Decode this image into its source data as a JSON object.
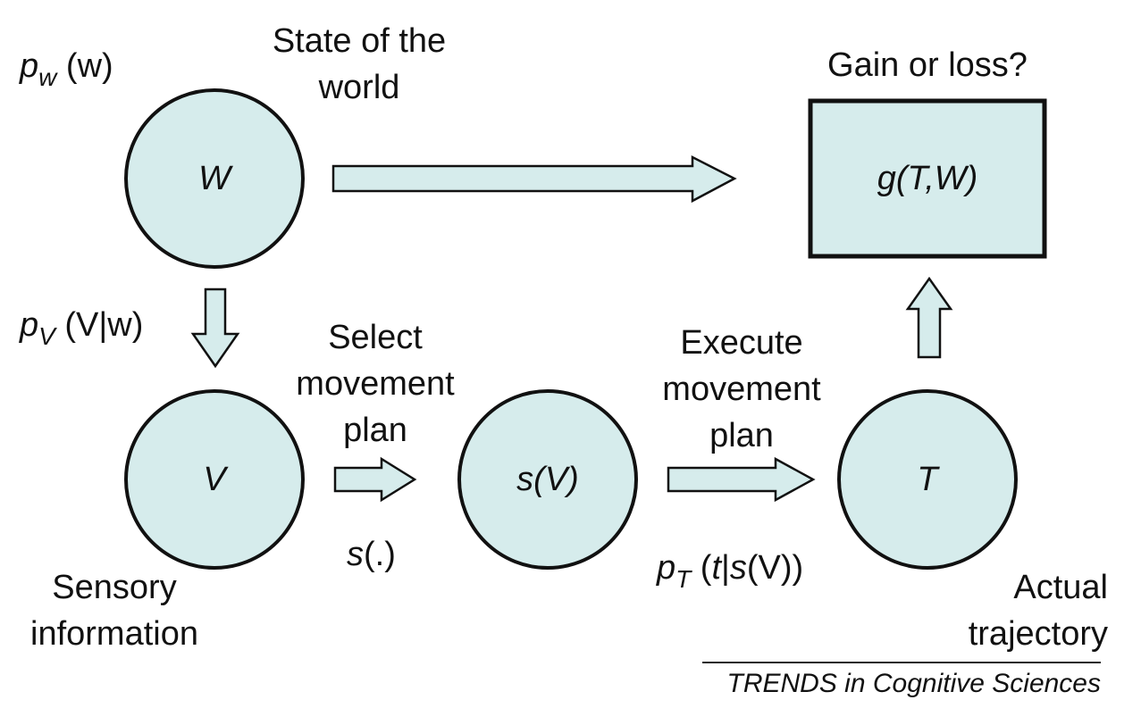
{
  "colors": {
    "fill": "#d6ecec",
    "stroke": "#111111"
  },
  "nodes": {
    "w": {
      "label": "W"
    },
    "v": {
      "label": "V"
    },
    "s": {
      "label": "s(V)"
    },
    "t": {
      "label": "T"
    },
    "g": {
      "label": "g(T,W)"
    }
  },
  "labels": {
    "state_line1": "State of the",
    "state_line2": "world",
    "gain": "Gain or loss?",
    "select_line1": "Select",
    "select_line2": "movement",
    "select_line3": "plan",
    "execute_line1": "Execute",
    "execute_line2": "movement",
    "execute_line3": "plan",
    "sensory_line1": "Sensory",
    "sensory_line2": "information",
    "actual_line1": "Actual",
    "actual_line2": "trajectory"
  },
  "formulas": {
    "pw": {
      "p": "p",
      "sub": "w",
      "rest": " (w)"
    },
    "pv": {
      "p": "p",
      "sub": "V",
      "rest": " (V|w)"
    },
    "s_func": {
      "s": "s",
      "rest": "(.)"
    },
    "pt": {
      "p": "p",
      "sub": "T",
      "rest1": " (",
      "t": "t",
      "bar": "|",
      "s": "s",
      "rest2": "(V))"
    }
  },
  "footer": "TRENDS in Cognitive Sciences"
}
